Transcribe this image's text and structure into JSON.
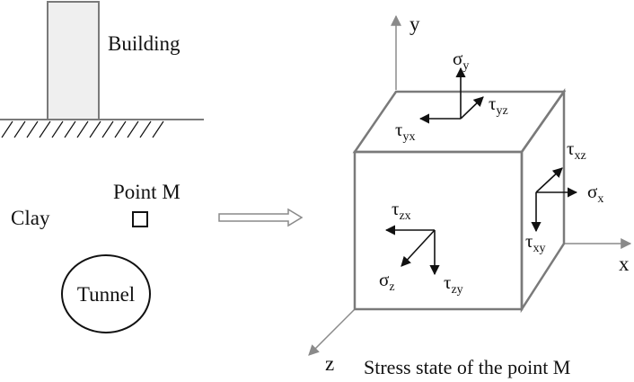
{
  "labels": {
    "building": "Building",
    "point": "Point M",
    "clay": "Clay",
    "tunnel": "Tunnel",
    "caption": "Stress state of the point M"
  },
  "axes": {
    "x": "x",
    "y": "y",
    "z": "z"
  },
  "stresses": {
    "sigma_y": {
      "sym": "σ",
      "sub": "y"
    },
    "tau_yz": {
      "sym": "τ",
      "sub": "yz"
    },
    "tau_yx": {
      "sym": "τ",
      "sub": "yx"
    },
    "tau_xz": {
      "sym": "τ",
      "sub": "xz"
    },
    "sigma_x": {
      "sym": "σ",
      "sub": "x"
    },
    "tau_xy": {
      "sym": "τ",
      "sub": "xy"
    },
    "tau_zx": {
      "sym": "τ",
      "sub": "zx"
    },
    "sigma_z": {
      "sym": "σ",
      "sub": "z"
    },
    "tau_zy": {
      "sym": "τ",
      "sub": "zy"
    }
  },
  "colors": {
    "ink": "#111111",
    "axis_gray": "#8a8a8a",
    "building_fill": "#efefef",
    "cube_edge": "#7a7a7a"
  }
}
